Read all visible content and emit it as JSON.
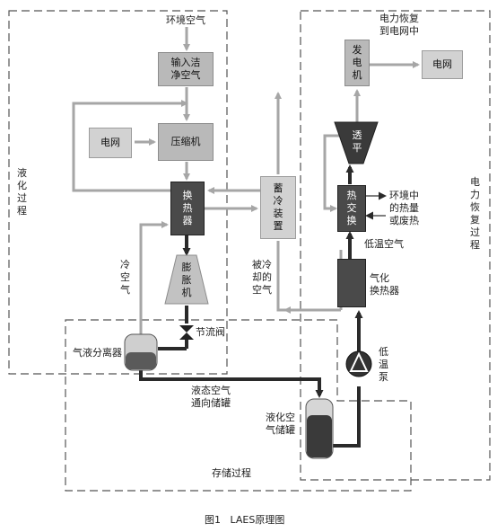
{
  "labels": {
    "ambient_air": "环境空气",
    "intake_clean_air": "输入洁\n净空气",
    "grid_left": "电网",
    "compressor": "压缩机",
    "heat_exchanger_left": "换\n热\n器",
    "cold_storage": "蓄\n冷\n装\n置",
    "expander": "膨\n胀\n机",
    "throttle_valve": "节流阀",
    "separator": "气液分离器",
    "cold_air": "冷\n空\n气",
    "cooled_air": "被冷\n却的\n空气",
    "liquid_air_to_tank": "液态空气\n通向储罐",
    "liquid_air_tank": "液化空\n气储罐",
    "storage_process": "存储过程",
    "liquefaction_process": "液\n化\n过\n程",
    "power_recovery_title": "电力恢复\n到电网中",
    "generator": "发\n电\n机",
    "grid_right": "电网",
    "turbine": "透\n平",
    "heat_exchanger_right": "热\n交\n换",
    "ambient_heat": "环境中\n的热量\n或废热",
    "low_temp_air": "低温空气",
    "vaporizer": "气化\n换热器",
    "low_temp_pump": "低\n温\n泵",
    "power_recovery_process": "电\n力\n恢\n复\n过\n程",
    "caption": "图1   LAES原理图"
  }
}
